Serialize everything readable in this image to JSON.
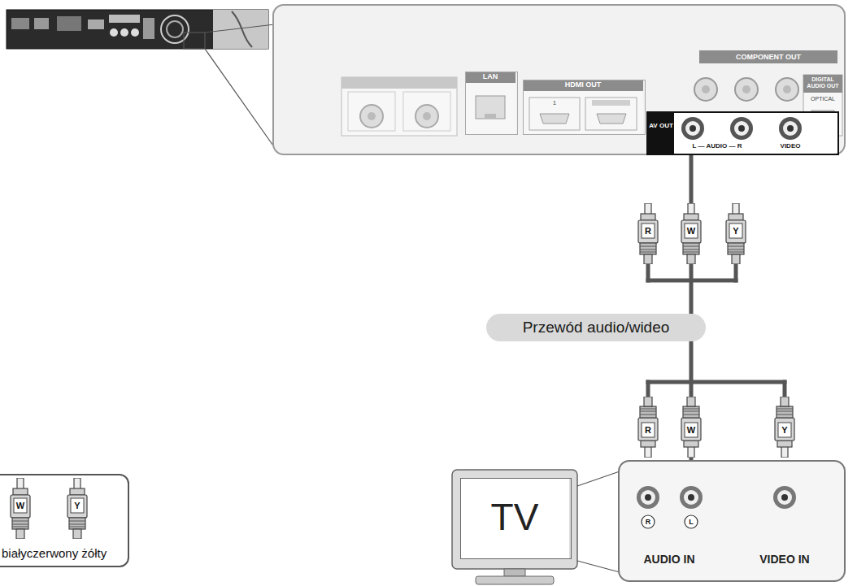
{
  "diagram": {
    "nodes": [
      {
        "text": [
          "COMPONENT OUT",
          "DIGITAL AUDIO OUT",
          "OPTICAL"
        ]
      },
      {
        "text": [
          "LAN"
        ],
        "in": 0
      },
      {
        "text": [
          "HDMI OUT",
          "1"
        ],
        "in": 0
      },
      {
        "text": [
          "AV OUT",
          "L — AUDIO — R",
          "VIDEO"
        ],
        "in": 0
      },
      {
        "text": [
          "TV"
        ]
      },
      {
        "text": [
          "AUDIO IN",
          "VIDEO IN"
        ]
      },
      {
        "text": [
          "białyczerwony żółty"
        ]
      }
    ],
    "edges": [
      {
        "from": 3,
        "to": 5,
        "arrow": "none",
        "label": "Przewód audio/wideo"
      }
    ],
    "labels": [
      "R",
      "W",
      "Y",
      "R",
      "W",
      "Y",
      "R",
      "L",
      "W",
      "Y"
    ]
  }
}
